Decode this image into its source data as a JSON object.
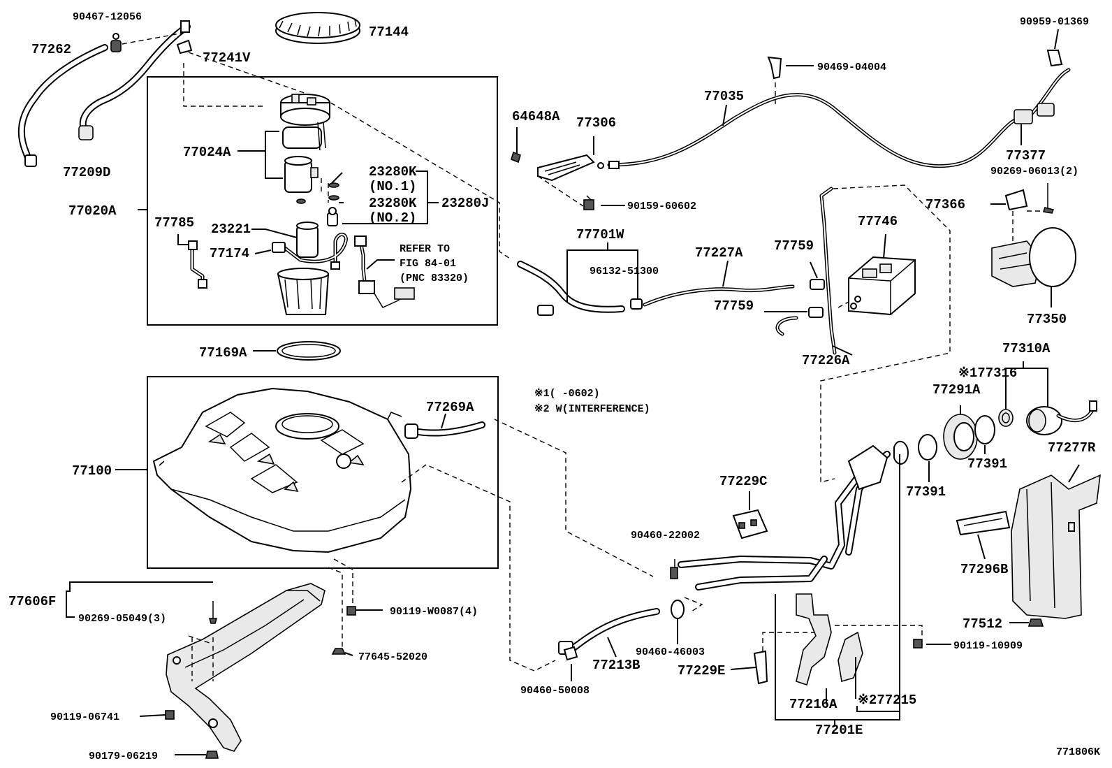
{
  "diagram_code": "771806K",
  "notes": {
    "note1": "※1(     -0602)",
    "note2": "※2 W(INTERFERENCE)"
  },
  "refer": {
    "line1": "REFER TO",
    "line2": "FIG 84-01",
    "line3": "(PNC 83320)"
  },
  "parts": {
    "p90467_12056": "90467-12056",
    "p77262": "77262",
    "p77241V": "77241V",
    "p77144": "77144",
    "p77209D": "77209D",
    "p77024A": "77024A",
    "p77020A": "77020A",
    "p23280K_1": "23280K",
    "p23280K_1_sub": "(NO.1)",
    "p23280K_2": "23280K",
    "p23280K_2_sub": "(NO.2)",
    "p23280J": "23280J",
    "p77785": "77785",
    "p23221": "23221",
    "p77174": "77174",
    "p77169A": "77169A",
    "p77100": "77100",
    "p77269A": "77269A",
    "p77606F": "77606F",
    "p90269_05049": "90269-05049(3)",
    "p90119_W0087": "90119-W0087(4)",
    "p77645_52020": "77645-52020",
    "p90119_06741": "90119-06741",
    "p90179_06219": "90179-06219",
    "p64648A": "64648A",
    "p77306": "77306",
    "p77035": "77035",
    "p90469_04004": "90469-04004",
    "p90959_01369": "90959-01369",
    "p77377": "77377",
    "p90269_06013": "90269-06013(2)",
    "p90159_60602": "90159-60602",
    "p77701W": "77701W",
    "p96132_51300": "96132-51300",
    "p77227A": "77227A",
    "p77759a": "77759",
    "p77759b": "77759",
    "p77746": "77746",
    "p77366": "77366",
    "p77350": "77350",
    "p77226A": "77226A",
    "p77310A": "77310A",
    "p77316": "※177316",
    "p77291A": "77291A",
    "p77391a": "77391",
    "p77391b": "77391",
    "p77277R": "77277R",
    "p77229C": "77229C",
    "p90460_22002": "90460-22002",
    "p90460_46003": "90460-46003",
    "p77213B": "77213B",
    "p90460_50008": "90460-50008",
    "p77229E": "77229E",
    "p77216A": "77216A",
    "p77215": "※277215",
    "p77201E": "77201E",
    "p77296B": "77296B",
    "p77512": "77512",
    "p90119_10909": "90119-10909"
  }
}
